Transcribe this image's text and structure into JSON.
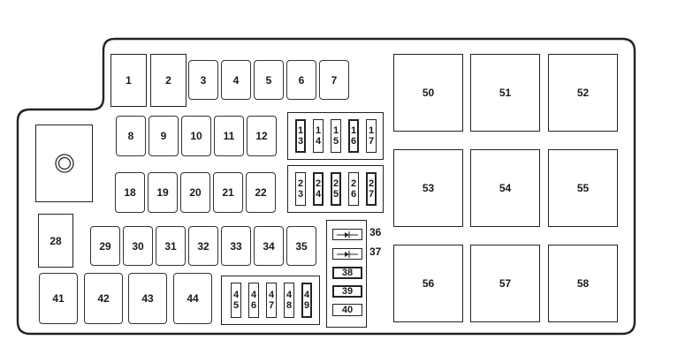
{
  "diagram": {
    "title": "Fuse and relay box layout",
    "colors": {
      "stroke": "#222222",
      "background": "#ffffff"
    },
    "top_relays": [
      "1",
      "2"
    ],
    "top_fuses": [
      "3",
      "4",
      "5",
      "6",
      "7"
    ],
    "row2_fuses": [
      "8",
      "9",
      "10",
      "11",
      "12"
    ],
    "mini_block_a": [
      [
        "1",
        "3"
      ],
      [
        "1",
        "4"
      ],
      [
        "1",
        "5"
      ],
      [
        "1",
        "6"
      ],
      [
        "1",
        "7"
      ]
    ],
    "row3_fuses": [
      "18",
      "19",
      "20",
      "21",
      "22"
    ],
    "mini_block_b": [
      [
        "2",
        "3"
      ],
      [
        "2",
        "4"
      ],
      [
        "2",
        "5"
      ],
      [
        "2",
        "6"
      ],
      [
        "2",
        "7"
      ]
    ],
    "relay_28": "28",
    "row4_fuses": [
      "29",
      "30",
      "31",
      "32",
      "33",
      "34",
      "35"
    ],
    "bottom_fuses": [
      "41",
      "42",
      "43",
      "44"
    ],
    "mini_block_c": [
      [
        "4",
        "5"
      ],
      [
        "4",
        "6"
      ],
      [
        "4",
        "7"
      ],
      [
        "4",
        "8"
      ],
      [
        "4",
        "9"
      ]
    ],
    "diode_column": {
      "diodes": [
        {
          "label": "36",
          "icon": "diode-icon"
        },
        {
          "label": "37",
          "icon": "diode-icon"
        }
      ],
      "fuses": [
        "38",
        "39",
        "40"
      ]
    },
    "large_relays": [
      [
        "50",
        "51",
        "52"
      ],
      [
        "53",
        "54",
        "55"
      ],
      [
        "56",
        "57",
        "58"
      ]
    ],
    "stud": {
      "icon": "ground-stud-icon"
    }
  }
}
